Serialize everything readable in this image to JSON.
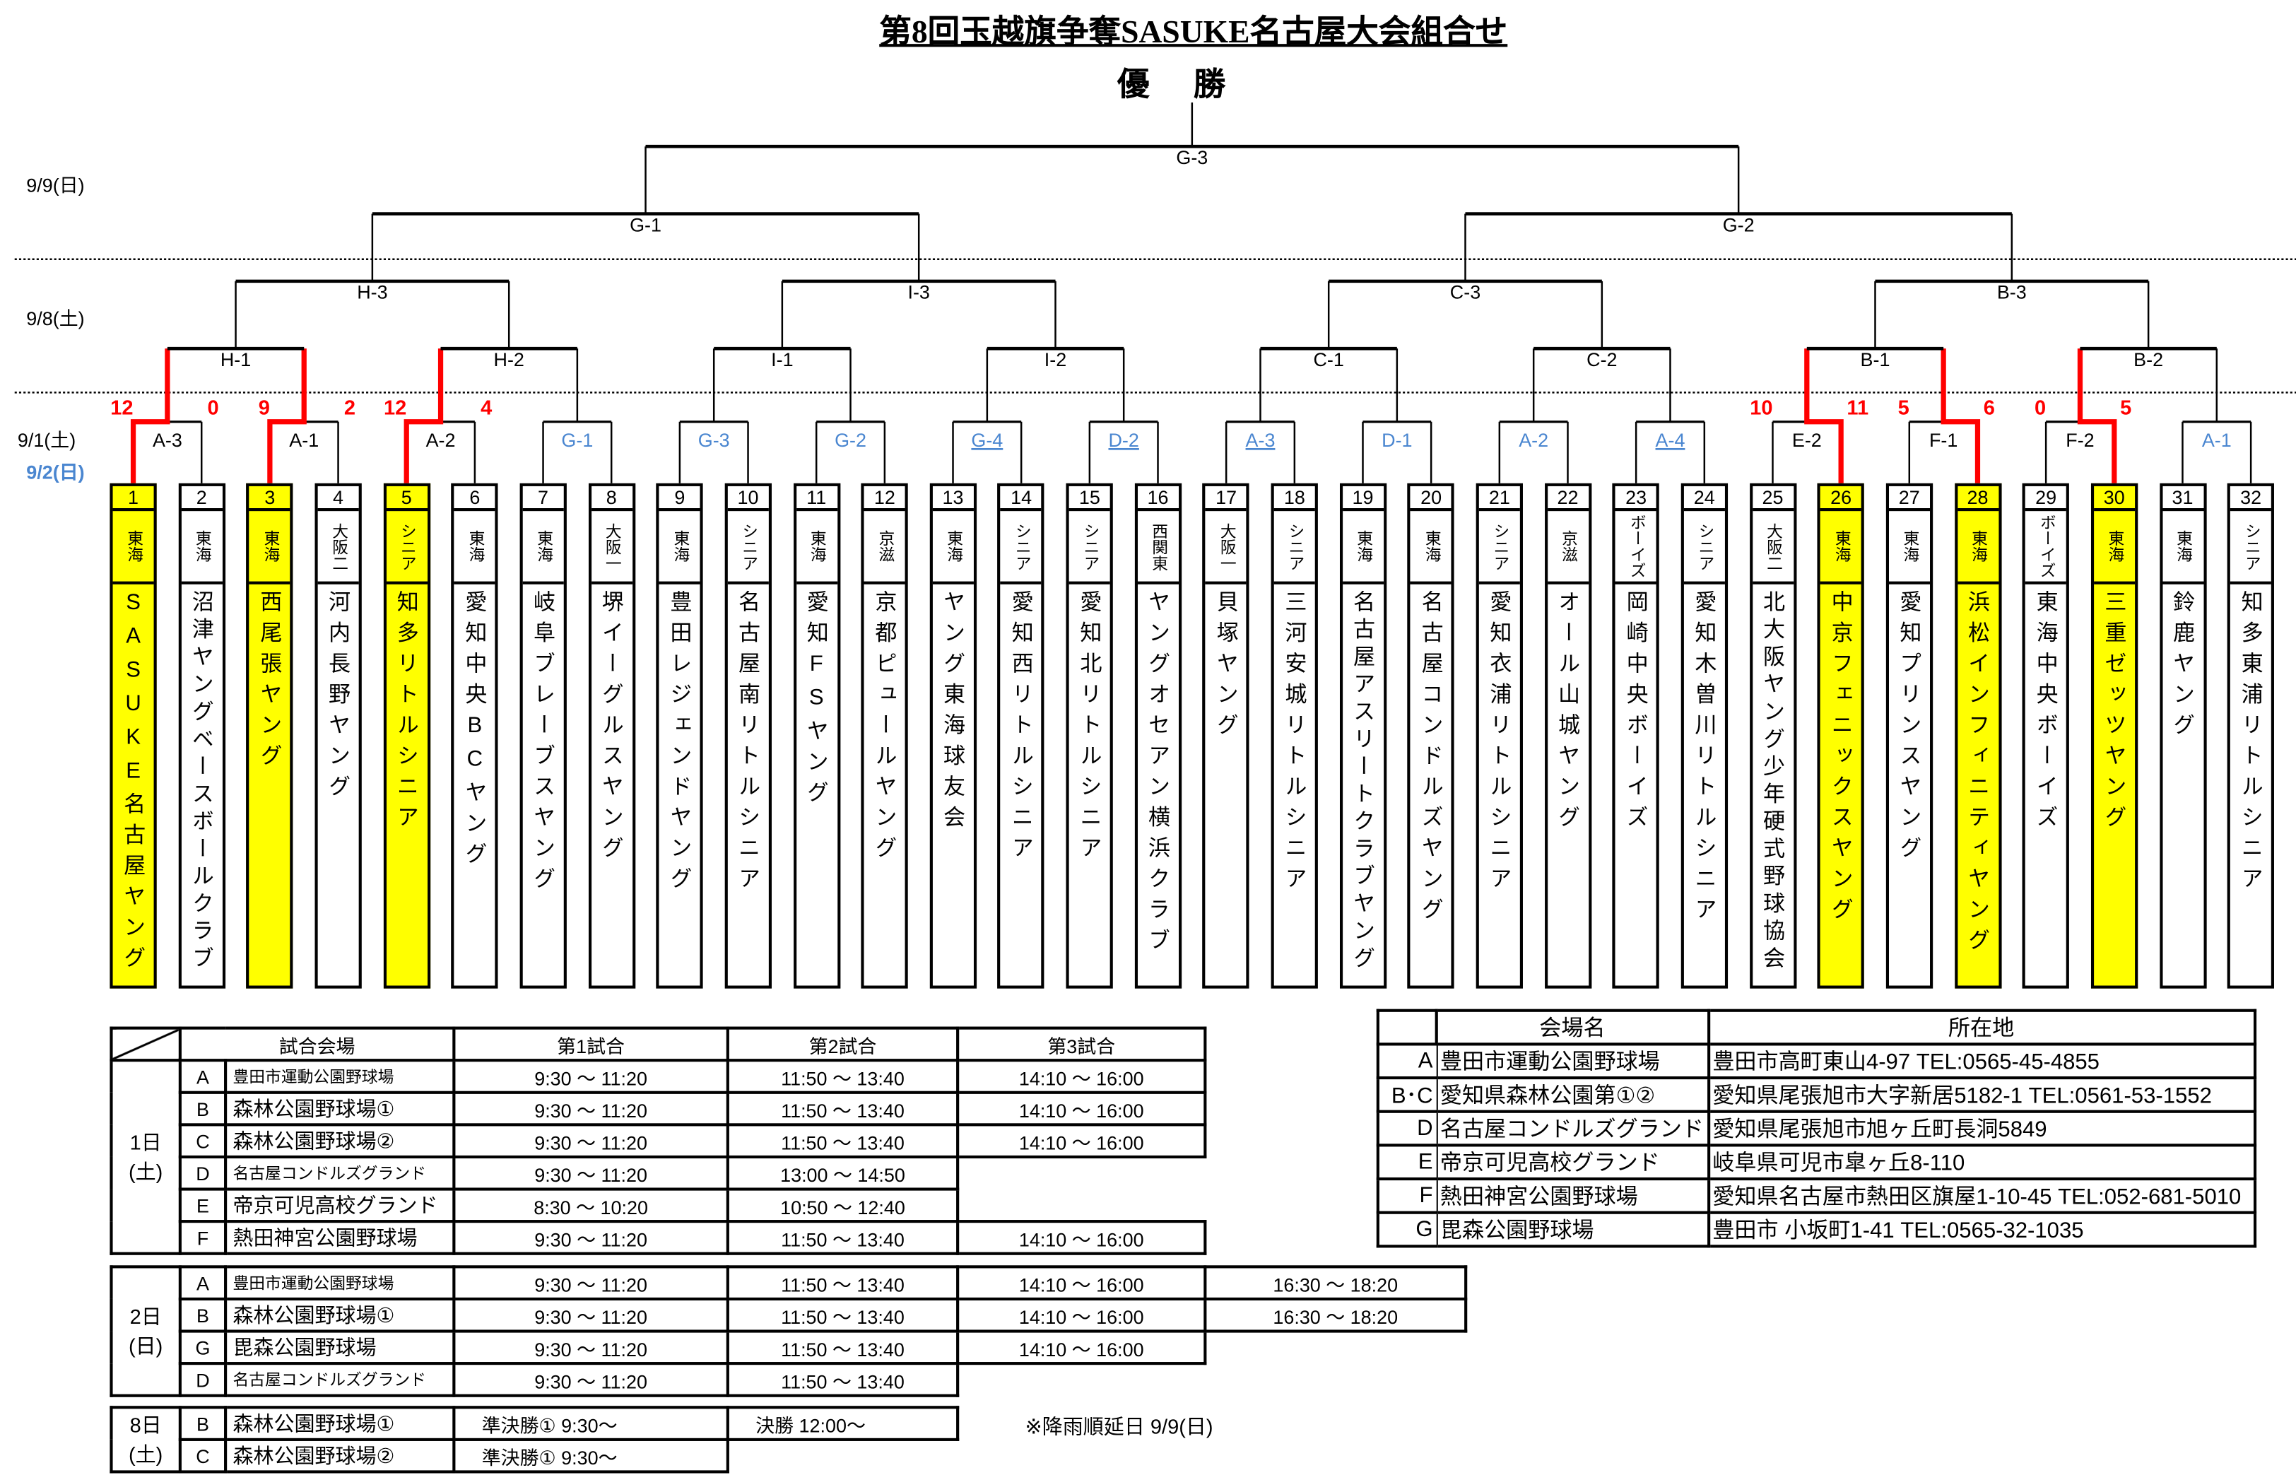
{
  "title": "第8回玉越旗争奪SASUKE名古屋大会組合せ",
  "champion_label": "優勝",
  "dates": {
    "final_day": "9/9(日)",
    "semifinal_day": "9/8(土)",
    "day1": "9/1(土)",
    "day2": "9/2(日)"
  },
  "colors": {
    "winner_line": "#ff0000",
    "highlight": "#ffff00",
    "day2_label": "#4a86d0"
  },
  "bracket": {
    "final": "G-3",
    "round4": [
      "G-1",
      "G-2"
    ],
    "round3": [
      "H-3",
      "I-3",
      "C-3",
      "B-3"
    ],
    "round2": [
      "H-1",
      "H-2",
      "I-1",
      "I-2",
      "C-1",
      "C-2",
      "B-1",
      "B-2"
    ],
    "round1": [
      {
        "label": "A-3",
        "day2": false,
        "underline": false,
        "scores": [
          "12",
          "0"
        ],
        "winner": 0
      },
      {
        "label": "A-1",
        "day2": false,
        "underline": false,
        "scores": [
          "9",
          "2"
        ],
        "winner": 0
      },
      {
        "label": "A-2",
        "day2": false,
        "underline": false,
        "scores": [
          "12",
          "4"
        ],
        "winner": 0
      },
      {
        "label": "G-1",
        "day2": true,
        "underline": false
      },
      {
        "label": "G-3",
        "day2": true,
        "underline": false
      },
      {
        "label": "G-2",
        "day2": true,
        "underline": false
      },
      {
        "label": "G-4",
        "day2": true,
        "underline": true
      },
      {
        "label": "D-2",
        "day2": true,
        "underline": true
      },
      {
        "label": "A-3",
        "day2": true,
        "underline": true
      },
      {
        "label": "D-1",
        "day2": true,
        "underline": false
      },
      {
        "label": "A-2",
        "day2": true,
        "underline": false
      },
      {
        "label": "A-4",
        "day2": true,
        "underline": true
      },
      {
        "label": "E-2",
        "day2": false,
        "underline": false,
        "scores": [
          "10",
          "11"
        ],
        "winner": 1
      },
      {
        "label": "F-1",
        "day2": false,
        "underline": false,
        "scores": [
          "5",
          "6"
        ],
        "winner": 1
      },
      {
        "label": "F-2",
        "day2": false,
        "underline": false,
        "scores": [
          "0",
          "5"
        ],
        "winner": 1
      },
      {
        "label": "A-1",
        "day2": true,
        "underline": false
      }
    ]
  },
  "teams": [
    {
      "no": "1",
      "region": "東海",
      "name": "SASUKE名古屋ヤング",
      "highlight": true
    },
    {
      "no": "2",
      "region": "東海",
      "name": "沼津ヤングベースボールクラブ",
      "highlight": false
    },
    {
      "no": "3",
      "region": "東海",
      "name": "西尾張ヤング",
      "highlight": true
    },
    {
      "no": "4",
      "region": "大阪二",
      "name": "河内長野ヤング",
      "highlight": false
    },
    {
      "no": "5",
      "region": "シニア",
      "name": "知多リトルシニア",
      "highlight": true
    },
    {
      "no": "6",
      "region": "東海",
      "name": "愛知中央BCヤング",
      "highlight": false
    },
    {
      "no": "7",
      "region": "東海",
      "name": "岐阜ブレーブスヤング",
      "highlight": false
    },
    {
      "no": "8",
      "region": "大阪一",
      "name": "堺イーグルスヤング",
      "highlight": false
    },
    {
      "no": "9",
      "region": "東海",
      "name": "豊田レジェンドヤング",
      "highlight": false
    },
    {
      "no": "10",
      "region": "シニア",
      "name": "名古屋南リトルシニア",
      "highlight": false
    },
    {
      "no": "11",
      "region": "東海",
      "name": "愛知FSヤング",
      "highlight": false
    },
    {
      "no": "12",
      "region": "京滋",
      "name": "京都ピュールヤング",
      "highlight": false
    },
    {
      "no": "13",
      "region": "東海",
      "name": "ヤング東海球友会",
      "highlight": false
    },
    {
      "no": "14",
      "region": "シニア",
      "name": "愛知西リトルシニア",
      "highlight": false
    },
    {
      "no": "15",
      "region": "シニア",
      "name": "愛知北リトルシニア",
      "highlight": false
    },
    {
      "no": "16",
      "region": "西関東",
      "name": "ヤングオセアン横浜クラブ",
      "highlight": false
    },
    {
      "no": "17",
      "region": "大阪一",
      "name": "貝塚ヤング",
      "highlight": false
    },
    {
      "no": "18",
      "region": "シニア",
      "name": "三河安城リトルシニア",
      "highlight": false
    },
    {
      "no": "19",
      "region": "東海",
      "name": "名古屋アスリートクラブヤング",
      "highlight": false
    },
    {
      "no": "20",
      "region": "東海",
      "name": "名古屋コンドルズヤング",
      "highlight": false
    },
    {
      "no": "21",
      "region": "シニア",
      "name": "愛知衣浦リトルシニア",
      "highlight": false
    },
    {
      "no": "22",
      "region": "京滋",
      "name": "オール山城ヤング",
      "highlight": false
    },
    {
      "no": "23",
      "region": "ボーイズ",
      "name": "岡崎中央ボーイズ",
      "highlight": false
    },
    {
      "no": "24",
      "region": "シニア",
      "name": "愛知木曽川リトルシニア",
      "highlight": false
    },
    {
      "no": "25",
      "region": "大阪二",
      "name": "北大阪ヤング少年硬式野球協会",
      "highlight": false
    },
    {
      "no": "26",
      "region": "東海",
      "name": "中京フェニックスヤング",
      "highlight": true
    },
    {
      "no": "27",
      "region": "東海",
      "name": "愛知プリンスヤング",
      "highlight": false
    },
    {
      "no": "28",
      "region": "東海",
      "name": "浜松インフィニティヤング",
      "highlight": true
    },
    {
      "no": "29",
      "region": "ボーイズ",
      "name": "東海中央ボーイズ",
      "highlight": false
    },
    {
      "no": "30",
      "region": "東海",
      "name": "三重ゼッツヤング",
      "highlight": true
    },
    {
      "no": "31",
      "region": "東海",
      "name": "鈴鹿ヤング",
      "highlight": false
    },
    {
      "no": "32",
      "region": "シニア",
      "name": "知多東浦リトルシニア",
      "highlight": false
    }
  ],
  "schedule": {
    "headers": [
      "試合会場",
      "第1試合",
      "第2試合",
      "第3試合"
    ],
    "days": [
      {
        "day": "1日",
        "weekday": "(土)",
        "rows": [
          {
            "code": "A",
            "venue": "豊田市運動公園野球場",
            "small": true,
            "times": [
              "9:30 ～ 11:20",
              "11:50 ～ 13:40",
              "14:10 ～ 16:00"
            ]
          },
          {
            "code": "B",
            "venue": "森林公園野球場①",
            "small": false,
            "times": [
              "9:30 ～ 11:20",
              "11:50 ～ 13:40",
              "14:10 ～ 16:00"
            ]
          },
          {
            "code": "C",
            "venue": "森林公園野球場②",
            "small": false,
            "times": [
              "9:30 ～ 11:20",
              "11:50 ～ 13:40",
              "14:10 ～ 16:00"
            ]
          },
          {
            "code": "D",
            "venue": "名古屋コンドルズグランド",
            "small": true,
            "times": [
              "9:30 ～ 11:20",
              "13:00 ～ 14:50"
            ]
          },
          {
            "code": "E",
            "venue": "帝京可児高校グランド",
            "small": false,
            "times": [
              "8:30 ～ 10:20",
              "10:50 ～ 12:40"
            ]
          },
          {
            "code": "F",
            "venue": "熱田神宮公園野球場",
            "small": false,
            "times": [
              "9:30 ～ 11:20",
              "11:50 ～ 13:40",
              "14:10 ～ 16:00"
            ]
          }
        ]
      },
      {
        "day": "2日",
        "weekday": "(日)",
        "rows": [
          {
            "code": "A",
            "venue": "豊田市運動公園野球場",
            "small": true,
            "times": [
              "9:30 ～ 11:20",
              "11:50 ～ 13:40",
              "14:10 ～ 16:00",
              "16:30 ～ 18:20"
            ]
          },
          {
            "code": "B",
            "venue": "森林公園野球場①",
            "small": false,
            "times": [
              "9:30 ～ 11:20",
              "11:50 ～ 13:40",
              "14:10 ～ 16:00",
              "16:30 ～ 18:20"
            ]
          },
          {
            "code": "G",
            "venue": "毘森公園野球場",
            "small": false,
            "times": [
              "9:30 ～ 11:20",
              "11:50 ～ 13:40",
              "14:10 ～ 16:00"
            ]
          },
          {
            "code": "D",
            "venue": "名古屋コンドルズグランド",
            "small": true,
            "times": [
              "9:30 ～ 11:20",
              "11:50 ～ 13:40"
            ]
          }
        ]
      },
      {
        "day": "8日",
        "weekday": "(土)",
        "rows": [
          {
            "code": "B",
            "venue": "森林公園野球場①",
            "small": false,
            "times": [
              "準決勝① 9:30～",
              "決勝 12:00～"
            ]
          },
          {
            "code": "C",
            "venue": "森林公園野球場②",
            "small": false,
            "times": [
              "準決勝① 9:30～"
            ]
          }
        ]
      }
    ],
    "note": "※降雨順延日 9/9(日)"
  },
  "venues": {
    "headers": [
      "会場名",
      "所在地"
    ],
    "rows": [
      {
        "code": "A",
        "name": "豊田市運動公園野球場",
        "address": "豊田市高町東山4-97 TEL:0565-45-4855"
      },
      {
        "code": "B･C",
        "name": "愛知県森林公園第①②",
        "address": "愛知県尾張旭市大字新居5182-1 TEL:0561-53-1552"
      },
      {
        "code": "D",
        "name": "名古屋コンドルズグランド",
        "address": "愛知県尾張旭市旭ヶ丘町長洞5849"
      },
      {
        "code": "E",
        "name": "帝京可児高校グランド",
        "address": "岐阜県可児市皐ヶ丘8-110"
      },
      {
        "code": "F",
        "name": "熱田神宮公園野球場",
        "address": "愛知県名古屋市熱田区旗屋1-10-45 TEL:052-681-5010"
      },
      {
        "code": "G",
        "name": "毘森公園野球場",
        "address": "豊田市 小坂町1-41 TEL:0565-32-1035"
      }
    ]
  }
}
